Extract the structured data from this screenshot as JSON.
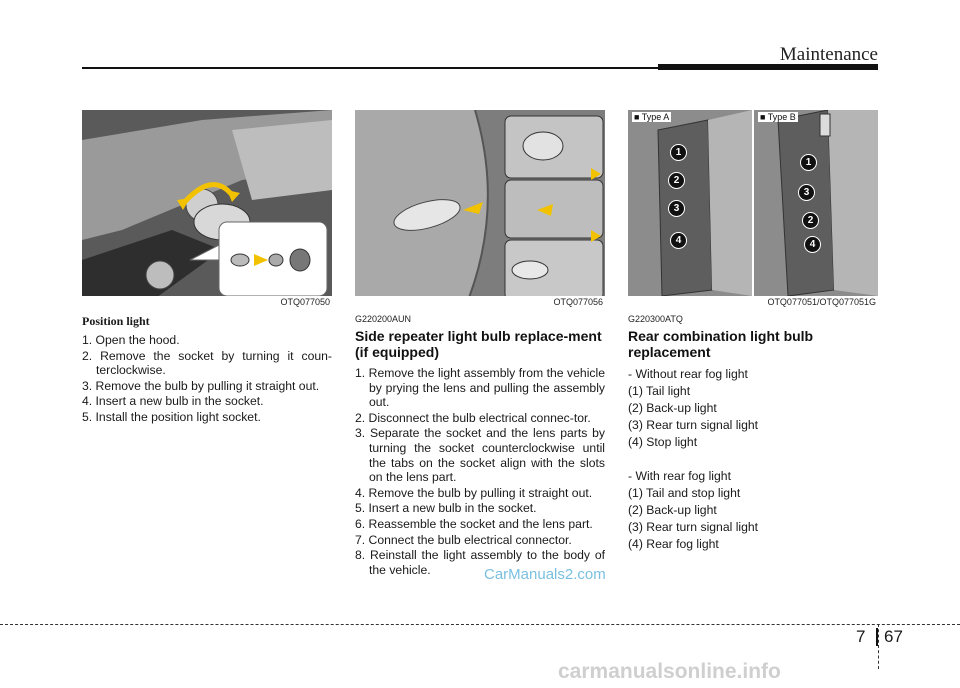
{
  "header": {
    "section": "Maintenance"
  },
  "col1": {
    "figure_code": "OTQ077050",
    "subheading": "Position light",
    "steps": [
      "1. Open the hood.",
      "2. Remove the socket by turning it coun-terclockwise.",
      "3. Remove the bulb by pulling it straight out.",
      "4. Insert a new bulb in the socket.",
      "5. Install the position light socket."
    ]
  },
  "col2": {
    "figure_code": "OTQ077056",
    "ref_code": "G220200AUN",
    "heading": "Side repeater light bulb replace-ment (if equipped)",
    "steps": [
      "1. Remove the light assembly from the vehicle by prying the lens and pulling the assembly out.",
      "2. Disconnect the bulb electrical connec-tor.",
      "3. Separate the socket and the lens parts by turning the socket counterclockwise until the tabs on the socket align with the slots on the lens part.",
      "4. Remove the bulb by pulling it straight out.",
      "5. Insert a new bulb in the socket.",
      "6. Reassemble the socket and the lens part.",
      "7. Connect the bulb electrical connector.",
      "8. Reinstall the light assembly to the body of the vehicle."
    ]
  },
  "col3": {
    "figure_code": "OTQ077051/OTQ077051G",
    "type_a": "■ Type A",
    "type_b": "■ Type B",
    "markers_a": [
      "1",
      "2",
      "3",
      "4"
    ],
    "markers_b": [
      "1",
      "3",
      "2",
      "4"
    ],
    "ref_code": "G220300ATQ",
    "heading": "Rear combination light bulb replacement",
    "group1_title": "- Without rear fog light",
    "group1_items": [
      "(1) Tail light",
      "(2) Back-up light",
      "(3) Rear turn signal light",
      "(4) Stop light"
    ],
    "group2_title": "- With rear fog light",
    "group2_items": [
      "(1) Tail and stop light",
      "(2) Back-up light",
      "(3) Rear turn signal light",
      "(4) Rear fog light"
    ]
  },
  "footer": {
    "chapter": "7",
    "page": "67"
  },
  "watermarks": {
    "overlay": "CarManuals2.com",
    "bottom": "carmanualsonline.info"
  },
  "colors": {
    "arrow_yellow": "#f2c200",
    "rule": "#111111"
  }
}
